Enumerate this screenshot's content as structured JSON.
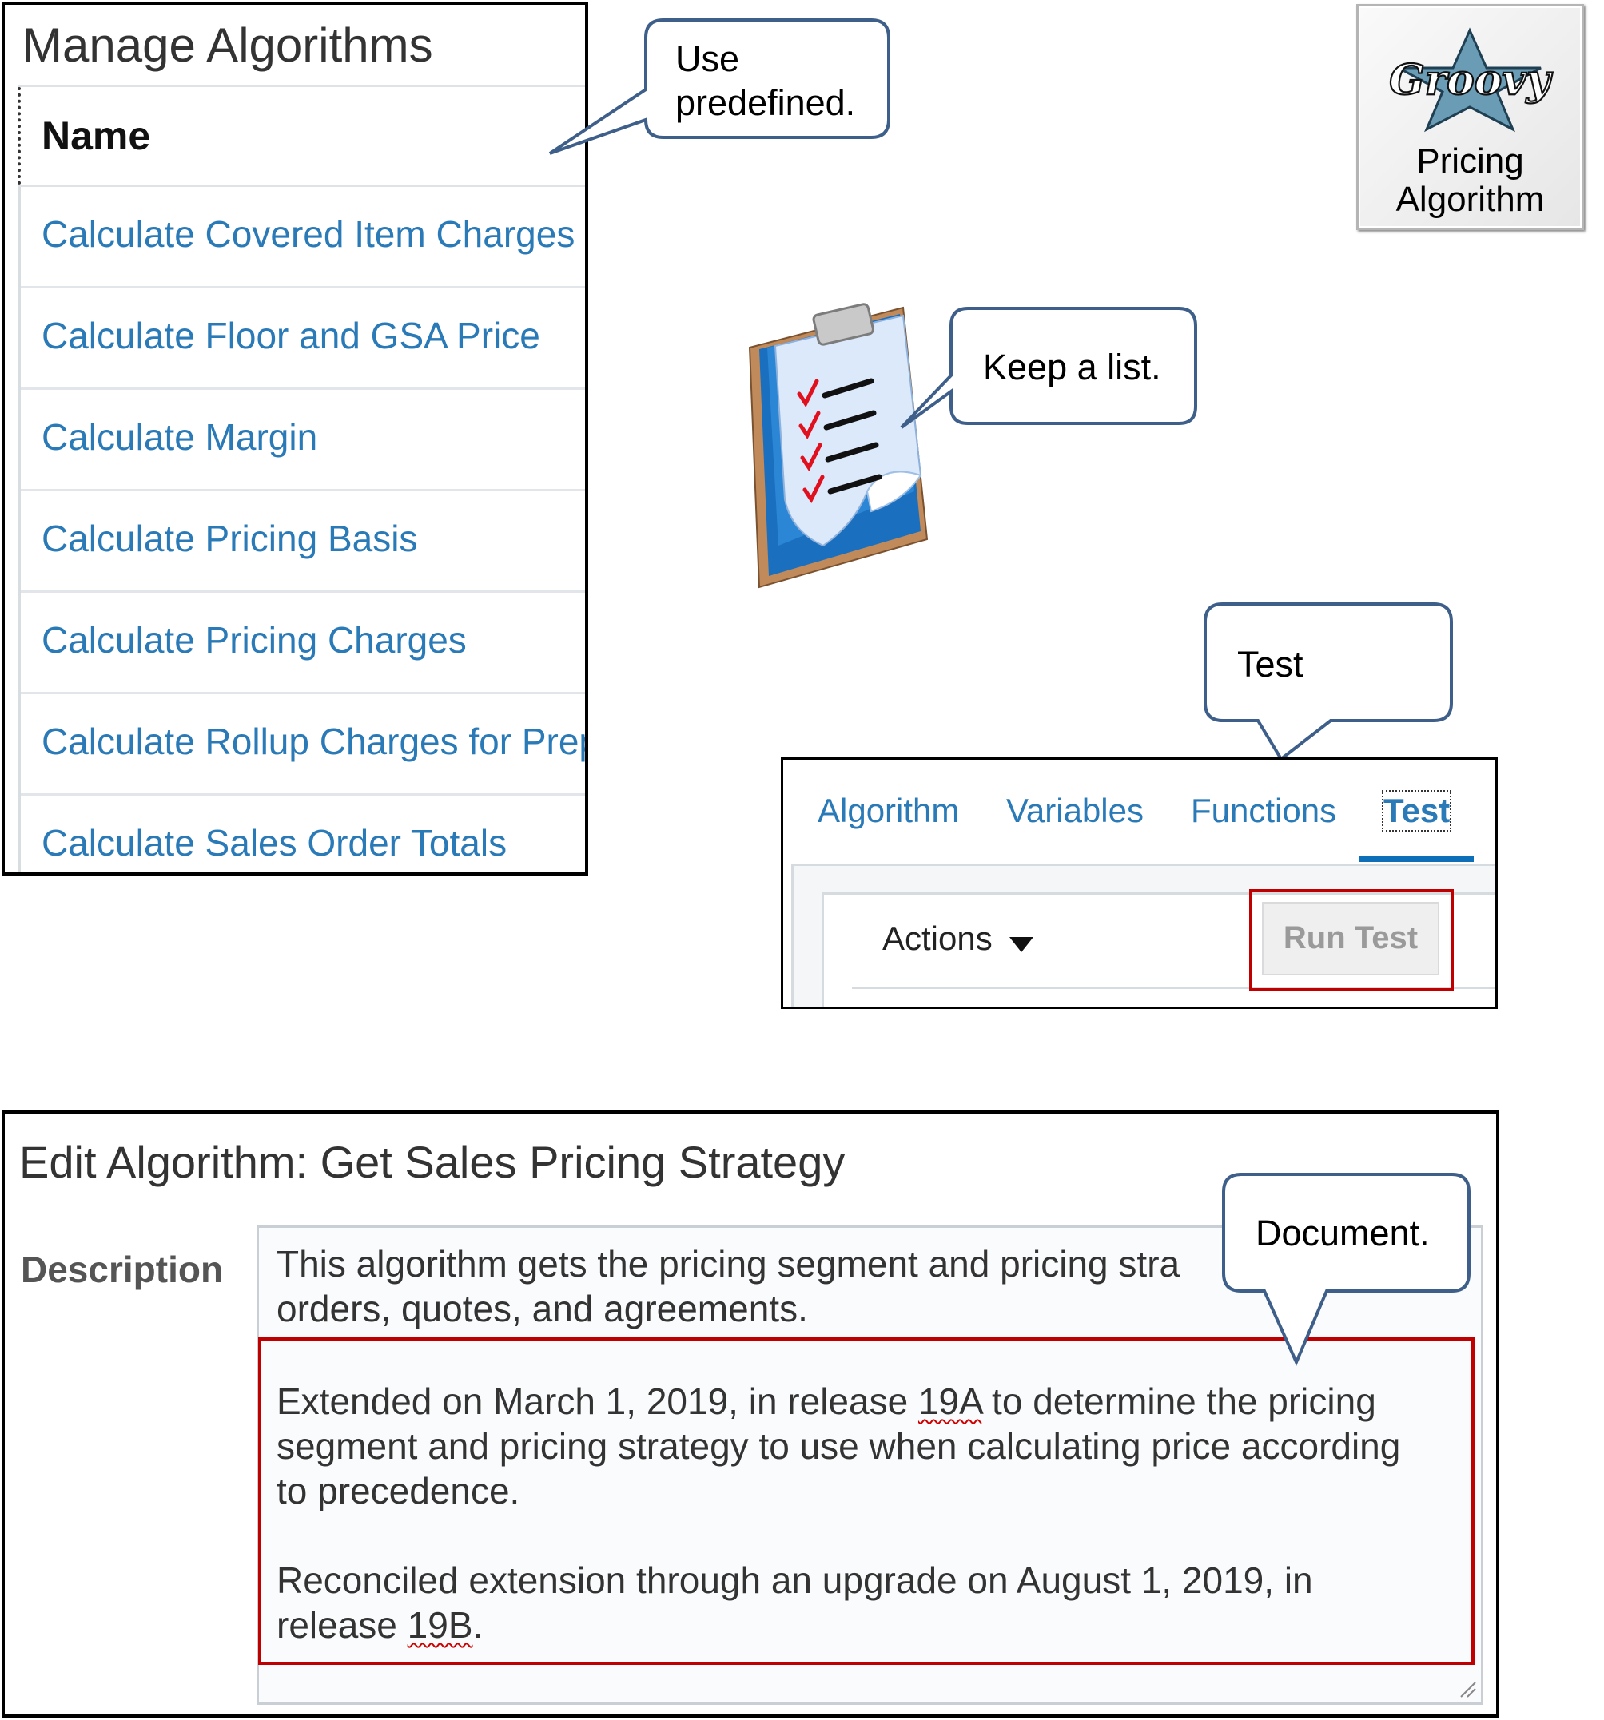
{
  "manage_algorithms": {
    "title": "Manage Algorithms",
    "column_header": "Name",
    "rows": [
      "Calculate Covered Item Charges",
      "Calculate Floor and GSA Price",
      "Calculate Margin",
      "Calculate Pricing Basis",
      "Calculate Pricing Charges",
      "Calculate Rollup Charges for Prep",
      "Calculate Sales Order Totals"
    ]
  },
  "callouts": {
    "use_predefined": [
      "Use",
      "predefined."
    ],
    "keep_list": "Keep a list.",
    "test": "Test",
    "document": "Document."
  },
  "groovy_badge": {
    "logo_text": "Groovy",
    "label_line1": "Pricing",
    "label_line2": "Algorithm",
    "star_color": "#6a9cb5"
  },
  "test_panel": {
    "tabs": [
      "Algorithm",
      "Variables",
      "Functions",
      "Test"
    ],
    "active_tab": "Test",
    "actions_label": "Actions",
    "run_test_label": "Run Test"
  },
  "edit_algorithm": {
    "title": "Edit Algorithm: Get Sales Pricing Strategy",
    "description_label": "Description",
    "para1_line1": "This algorithm gets the pricing segment and pricing stra",
    "para1_line2": "orders, quotes, and agreements.",
    "para2_before": "Extended on March 1, 2019, in release ",
    "para2_release": "19A",
    "para2_after": " to determine the pricing",
    "para2_line2": "segment and pricing strategy to use when calculating price according",
    "para2_line3": "to precedence.",
    "para3_line1": "Reconciled extension through an upgrade on August 1, 2019, in",
    "para3_before": "release ",
    "para3_release": "19B",
    "para3_after": "."
  },
  "colors": {
    "link_blue": "#2a7ab8",
    "highlight_red": "#c00000",
    "callout_border": "#3d5f8a",
    "tab_underline": "#0d6fb8"
  }
}
